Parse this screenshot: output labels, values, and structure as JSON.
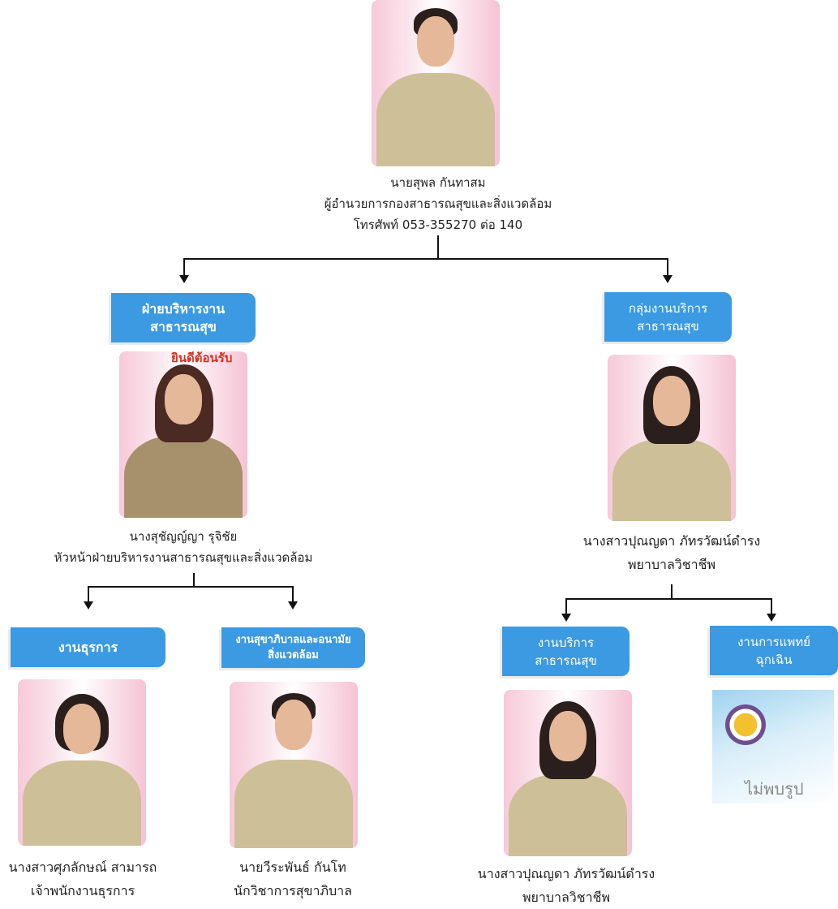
{
  "director": {
    "name": "นายสุพล  กันทาสม",
    "title": "ผู้อำนวยการกองสาธารณสุขและสิ่งแวดล้อม",
    "phone": "โทรศัพท์ 053-355270 ต่อ 140"
  },
  "admin_division": {
    "badge_line1": "ฝ่ายบริหารงาน",
    "badge_line2": "สาธารณสุข",
    "head_name": "นางสุชัญญ์ญา  รุจิชัย",
    "head_title": "หัวหน้าฝ่ายบริหารงานสาธารณสุขและสิ่งแวดล้อม",
    "photo_sign": "ยินดีต้อนรับ"
  },
  "service_group": {
    "badge_line1": "กลุ่มงานบริการ",
    "badge_line2": "สาธารณสุข",
    "head_name": "นางสาวปุณญดา  ภัทรวัฒน์ดำรง",
    "head_title": "พยาบาลวิชาชีพ"
  },
  "general_affairs": {
    "badge": "งานธุรการ",
    "name": "นางสาวศุภลักษณ์ สามารถ",
    "title": "เจ้าพนักงานธุรการ"
  },
  "sanitation": {
    "badge_line1": "งานสุขาภิบาลและอนามัย",
    "badge_line2": "สิ่งแวดล้อม",
    "name": "นายวีระพันธ์  กันโท",
    "title": "นักวิชาการสุขาภิบาล"
  },
  "public_health_service": {
    "badge_line1": "งานบริการ",
    "badge_line2": "สาธารณสุข",
    "name": "นางสาวปุณญดา  ภัทรวัฒน์ดำรง",
    "title": "พยาบาลวิชาชีพ"
  },
  "emergency": {
    "badge_line1": "งานการแพทย์",
    "badge_line2": "ฉุกเฉิน",
    "no_photo_text": "ไม่พบรูป"
  },
  "colors": {
    "badge": "#3b9ae1",
    "line": "#111111"
  }
}
